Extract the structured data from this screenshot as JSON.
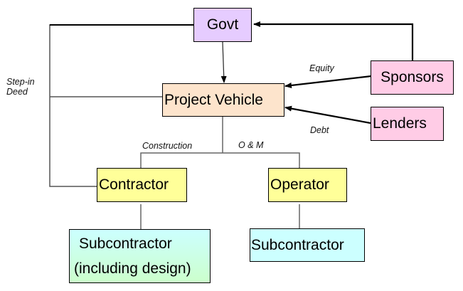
{
  "diagram": {
    "nodes": {
      "govt": {
        "label": "Govt",
        "color": "#e6ccff"
      },
      "project_vehicle": {
        "label": "Project Vehicle",
        "color": "#fde4cc"
      },
      "sponsors": {
        "label": "Sponsors",
        "color": "#ffcce6"
      },
      "lenders": {
        "label": "Lenders",
        "color": "#ffcce6"
      },
      "contractor": {
        "label": "Contractor",
        "color": "#ffff99"
      },
      "operator": {
        "label": "Operator",
        "color": "#ffff99"
      },
      "subcontractor_design": {
        "line1": "Subcontractor",
        "line2": "(including design)",
        "color_top": "#ccffff",
        "color_bottom": "#ccffcc"
      },
      "subcontractor_om": {
        "label": "Subcontractor",
        "color": "#ccffff"
      }
    },
    "edge_labels": {
      "equity": "Equity",
      "debt": "Debt",
      "construction": "Construction",
      "om": "O & M",
      "step_in_line1": "Step-in",
      "step_in_line2": "Deed"
    },
    "edges": [
      {
        "from": "Sponsors",
        "to": "Govt",
        "arrow": true
      },
      {
        "from": "Govt",
        "to": "Project Vehicle",
        "arrow": true
      },
      {
        "from": "Sponsors",
        "to": "Project Vehicle",
        "label": "Equity",
        "arrow": true
      },
      {
        "from": "Lenders",
        "to": "Project Vehicle",
        "label": "Debt",
        "arrow": true
      },
      {
        "from": "Project Vehicle",
        "to": "Contractor",
        "label": "Construction"
      },
      {
        "from": "Project Vehicle",
        "to": "Operator",
        "label": "O & M"
      },
      {
        "from": "Contractor",
        "to": "Subcontractor (including design)"
      },
      {
        "from": "Operator",
        "to": "Subcontractor"
      },
      {
        "from": "Govt",
        "to": "Contractor",
        "label": "Step-in Deed"
      }
    ]
  }
}
